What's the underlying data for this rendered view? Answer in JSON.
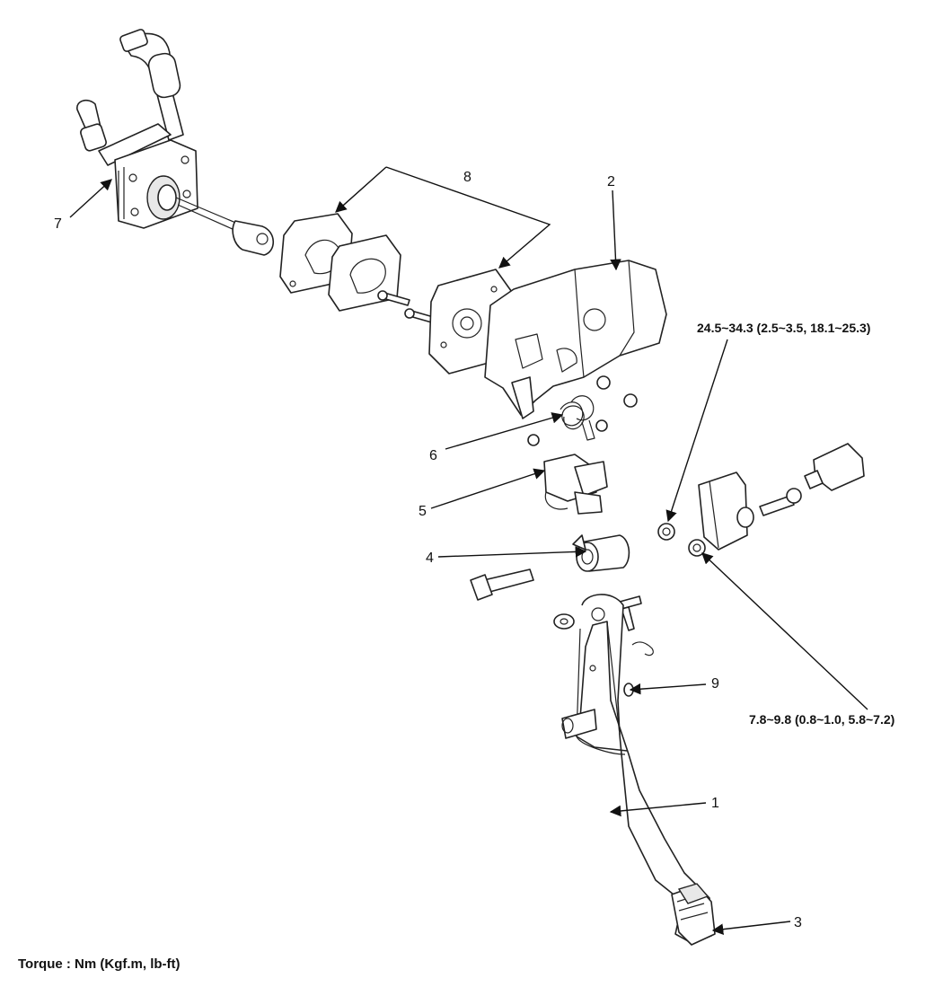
{
  "diagram": {
    "callouts": [
      {
        "id": "1",
        "label": "1"
      },
      {
        "id": "2",
        "label": "2"
      },
      {
        "id": "3",
        "label": "3"
      },
      {
        "id": "4",
        "label": "4"
      },
      {
        "id": "5",
        "label": "5"
      },
      {
        "id": "6",
        "label": "6"
      },
      {
        "id": "7",
        "label": "7"
      },
      {
        "id": "8",
        "label": "8"
      },
      {
        "id": "9",
        "label": "9"
      }
    ],
    "torque_specs": [
      {
        "label": "24.5~34.3 (2.5~3.5, 18.1~25.3)"
      },
      {
        "label": "7.8~9.8 (0.8~1.0, 5.8~7.2)"
      }
    ],
    "footer": "Torque : Nm (Kgf.m, lb-ft)"
  }
}
